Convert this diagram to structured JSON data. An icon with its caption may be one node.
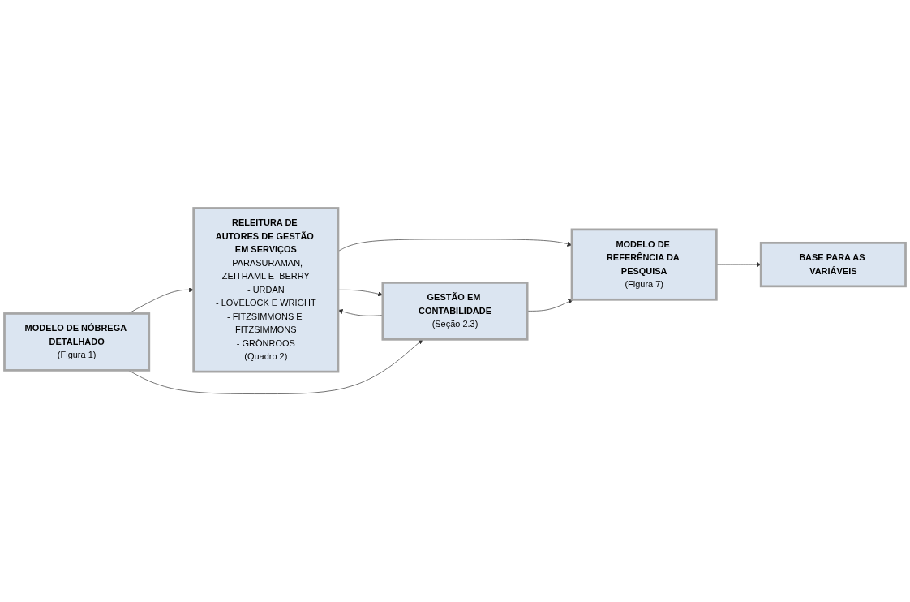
{
  "diagram": {
    "nodes": [
      {
        "text": [
          "MODELO DE NÓBREGA DETALHADO",
          "(Figura 1)"
        ]
      },
      {
        "text": [
          "RELEITURA DE AUTORES DE GESTÃO EM SERVIÇOS",
          "- PARASURAMAN, ZEITHAML E  BERRY",
          "- URDAN",
          "- LOVELOCK E WRIGHT",
          "- FITZSIMMONS E FITZSIMMONS",
          "- GRÖNROOS",
          "(Quadro 2)"
        ]
      },
      {
        "text": [
          "MODELO DE REFERÊNCIA DA PESQUISA",
          "(Figura 7)"
        ]
      },
      {
        "text": [
          "BASE PARA AS VARIÁVEIS"
        ]
      },
      {
        "text": [
          "GESTÃO EM CONTABILIDADE",
          "(Seção 2.3)"
        ]
      }
    ],
    "edges": [
      {
        "from": 0,
        "to": 1,
        "arrow": "to"
      },
      {
        "from": 1,
        "to": 2,
        "arrow": "to"
      },
      {
        "from": 0,
        "to": 4,
        "arrow": "to"
      },
      {
        "from": 1,
        "to": 4,
        "arrow": "to"
      },
      {
        "from": 4,
        "to": 1,
        "arrow": "to"
      },
      {
        "from": 4,
        "to": 2,
        "arrow": "to"
      },
      {
        "from": 2,
        "to": 3,
        "arrow": "to"
      }
    ]
  }
}
